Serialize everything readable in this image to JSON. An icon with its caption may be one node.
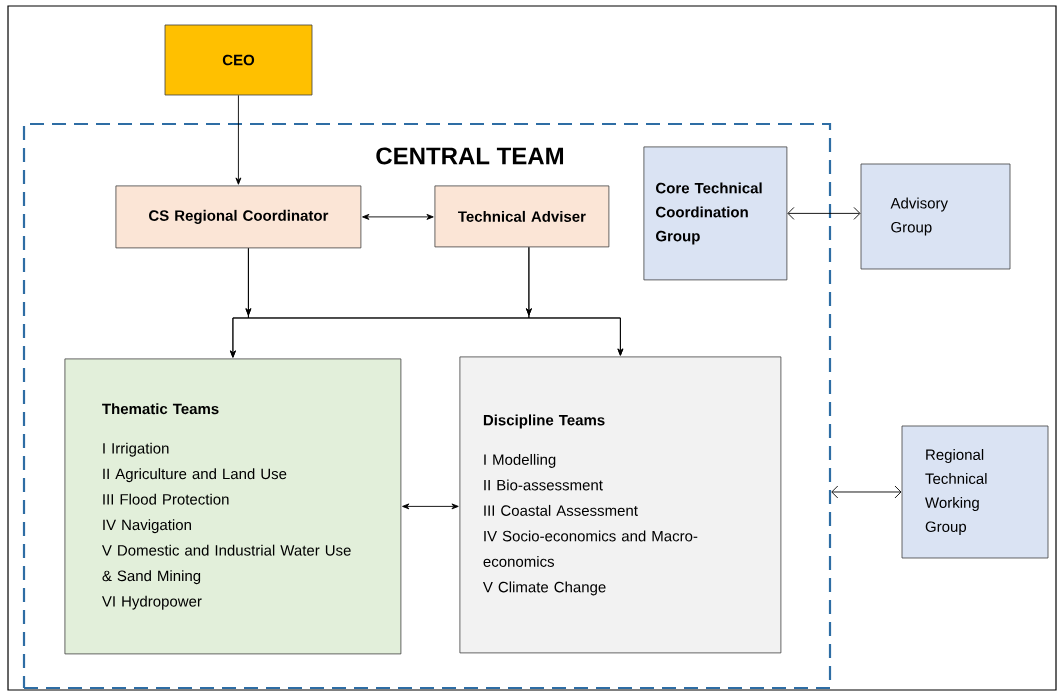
{
  "diagram": {
    "nodes": [
      {
        "text": [
          "CEO"
        ]
      },
      {
        "text": [
          "CENTRAL TEAM"
        ]
      },
      {
        "text": [
          "CS Regional Coordinator"
        ],
        "in": 1
      },
      {
        "text": [
          "Technical Adviser"
        ],
        "in": 1
      },
      {
        "text": [
          "Core Technical Coordination Group"
        ],
        "in": 1
      },
      {
        "text": [
          "Advisory Group"
        ]
      },
      {
        "text": [
          "Thematic Teams",
          "I Irrigation",
          "II Agriculture and Land Use",
          "III Flood Protection",
          "IV Navigation",
          "V Domestic and Industrial Water Use & Sand Mining",
          "VI Hydropower"
        ],
        "in": 1
      },
      {
        "text": [
          "Discipline Teams",
          "I Modelling",
          "II Bio-assessment",
          "III Coastal Assessment",
          "IV Socio-economics and Macro-economics",
          "V Climate Change"
        ],
        "in": 1
      },
      {
        "text": [
          "Regional Technical Working Group"
        ]
      }
    ],
    "edges": [
      {
        "from": 0,
        "to": 2,
        "arrow": "to"
      },
      {
        "from": 2,
        "to": 3,
        "arrow": "both"
      },
      {
        "from": 4,
        "to": 5,
        "arrow": "both"
      },
      {
        "from": 2,
        "to": 6,
        "arrow": "to"
      },
      {
        "from": 2,
        "to": 7,
        "arrow": "to"
      },
      {
        "from": 3,
        "to": 6,
        "arrow": "to"
      },
      {
        "from": 3,
        "to": 7,
        "arrow": "to"
      },
      {
        "from": 6,
        "to": 7,
        "arrow": "both"
      },
      {
        "from": 1,
        "to": 8,
        "arrow": "both"
      }
    ]
  }
}
